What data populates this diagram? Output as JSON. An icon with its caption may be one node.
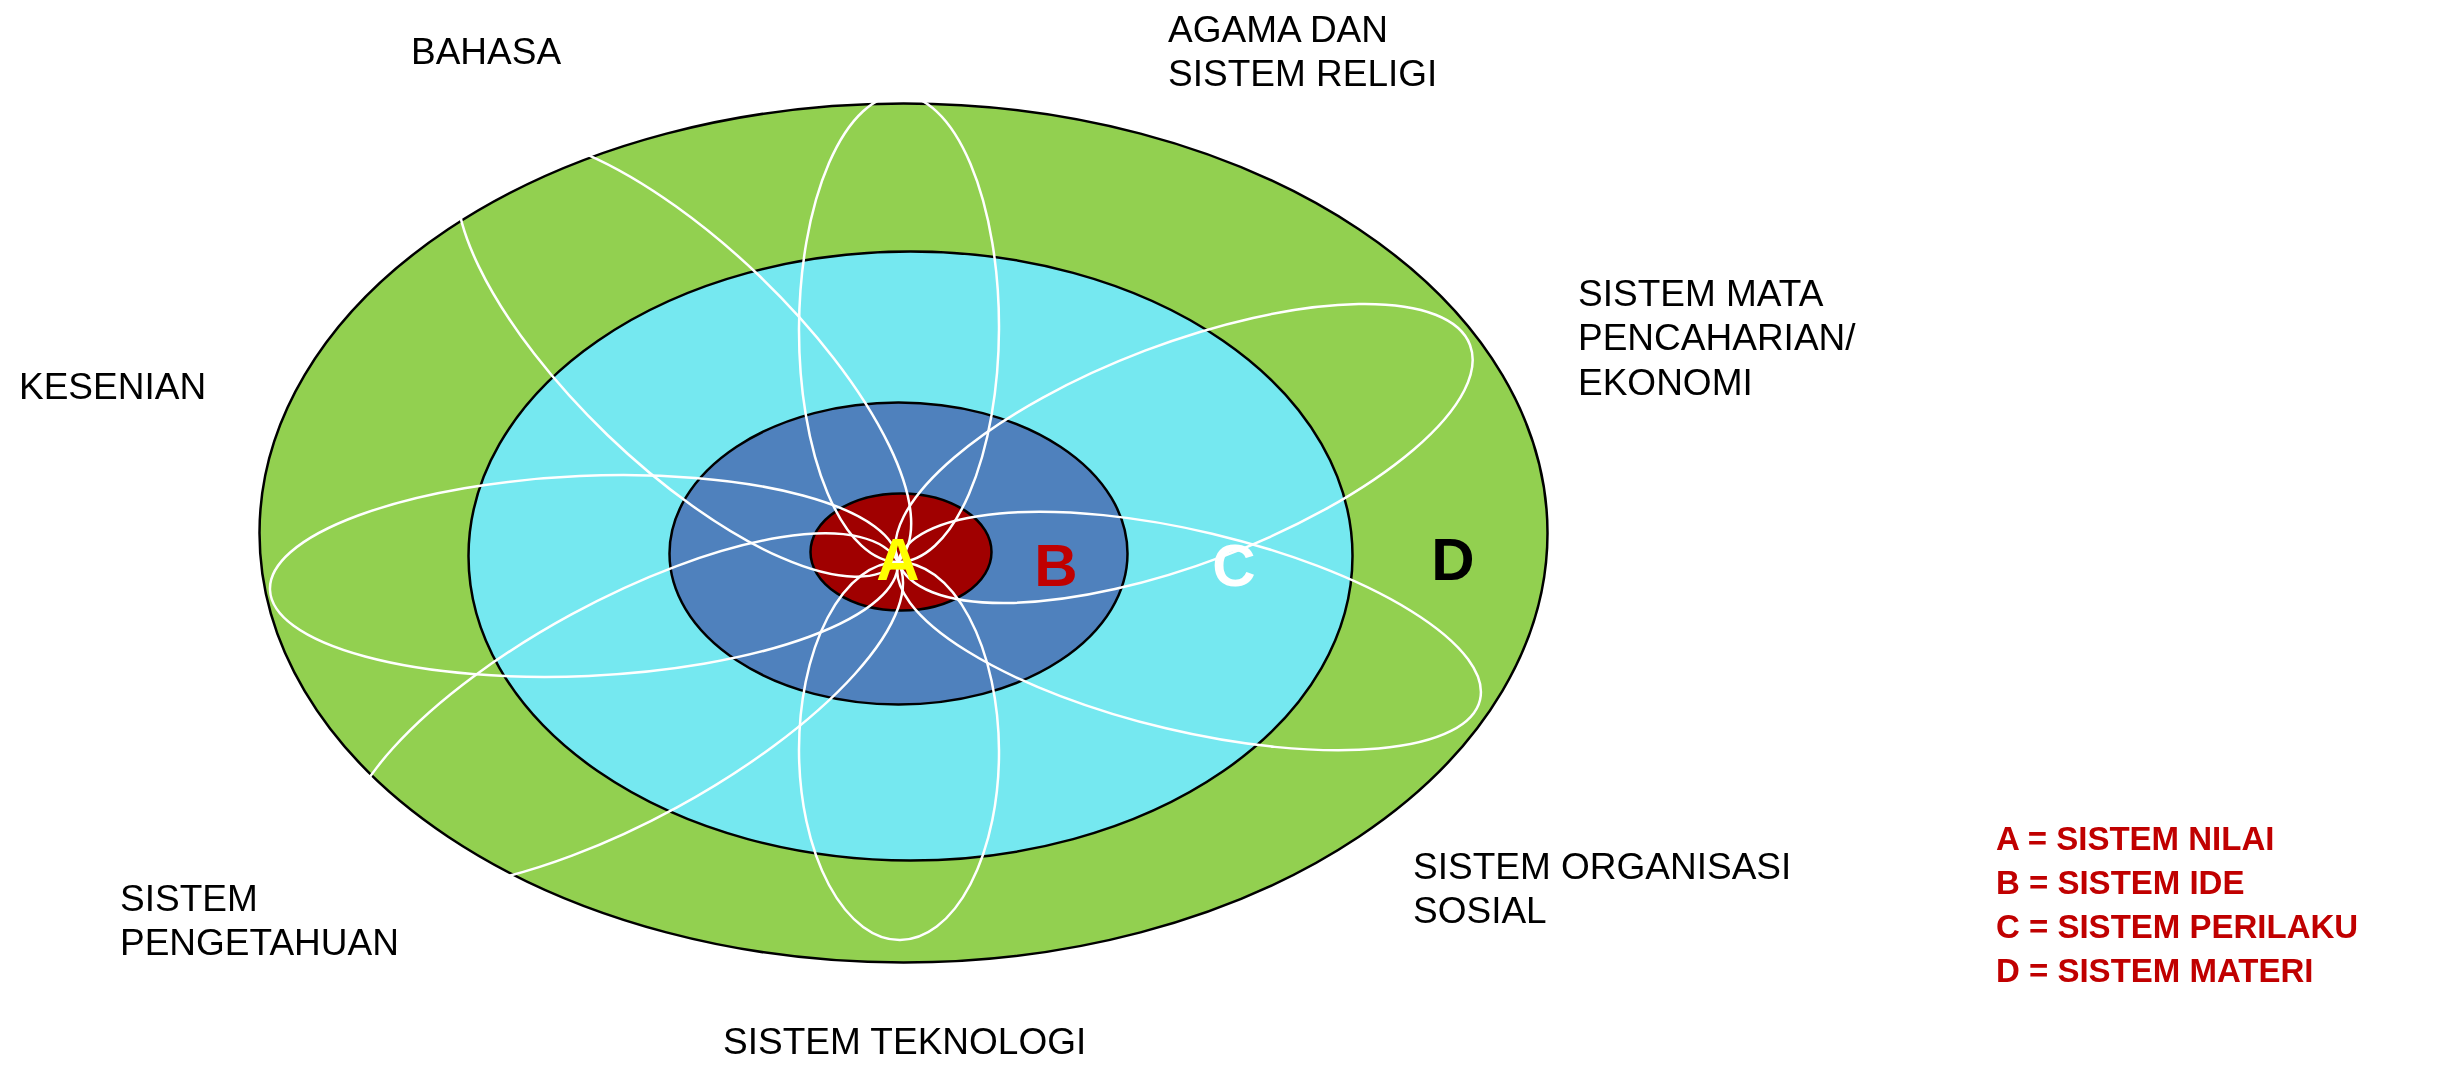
{
  "diagram": {
    "nodes": [
      {
        "text": [
          "D"
        ]
      },
      {
        "text": [
          "C"
        ],
        "in": 0
      },
      {
        "text": [
          "B"
        ],
        "in": 1
      },
      {
        "text": [
          "A"
        ],
        "in": 2
      }
    ],
    "edges": [],
    "labels": [
      "AGAMA DAN SISTEM RELIGI",
      "BAHASA",
      "SISTEM MATA PENCAHARIAN/ EKONOMI",
      "KESENIAN",
      "SISTEM ORGANISASI SOSIAL",
      "SISTEM PENGETAHUAN",
      "SISTEM TEKNOLOGI",
      "A = SISTEM NILAI",
      "B = SISTEM IDE",
      "C = SISTEM PERILAKU",
      "D = SISTEM MATERI"
    ]
  }
}
